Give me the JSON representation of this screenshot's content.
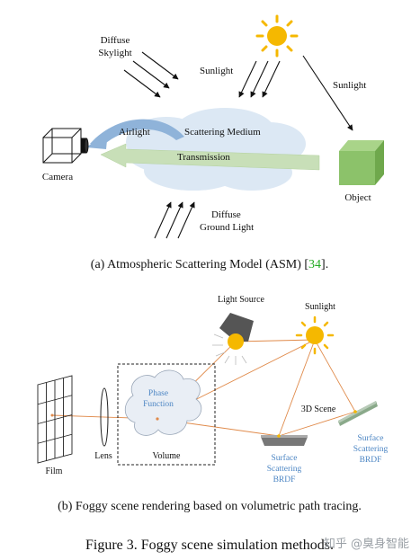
{
  "top_diagram": {
    "labels": {
      "diffuse_skylight_1": "Diffuse",
      "diffuse_skylight_2": "Skylight",
      "sunlight_left": "Sunlight",
      "sunlight_right": "Sunlight",
      "airlight": "Airlight",
      "scattering_medium": "Scattering Medium",
      "transmission": "Transmission",
      "camera": "Camera",
      "object": "Object",
      "diffuse_ground_1": "Diffuse",
      "diffuse_ground_2": "Ground Light"
    },
    "caption_prefix": "(a) Atmospheric Scattering Model (ASM) [",
    "caption_ref": "34",
    "caption_suffix": "]."
  },
  "bottom_diagram": {
    "labels": {
      "light_source": "Light Source",
      "sunlight": "Sunlight",
      "phase_function_1": "Phase",
      "phase_function_2": "Function",
      "volume": "Volume",
      "scene_3d": "3D Scene",
      "film": "Film",
      "lens": "Lens",
      "surface_brdf_1_a": "Surface",
      "surface_brdf_1_b": "Scattering",
      "surface_brdf_1_c": "BRDF",
      "surface_brdf_2_a": "Surface",
      "surface_brdf_2_b": "Scattering",
      "surface_brdf_2_c": "BRDF"
    },
    "caption": "(b) Foggy scene rendering based on volumetric path tracing."
  },
  "figure_caption": "Figure 3. Foggy scene simulation methods.",
  "watermark": "知乎 @臭身智能",
  "colors": {
    "cloud": "#dce8f4",
    "transmission_arrow": "#c8dfb8",
    "airlight_arrow": "#8fb3d9",
    "object_cube": "#8cc26a",
    "sun": "#f5b800",
    "ray": "#e08a4a",
    "reference_green": "#22aa22",
    "brdf_text": "#4d86c4"
  }
}
